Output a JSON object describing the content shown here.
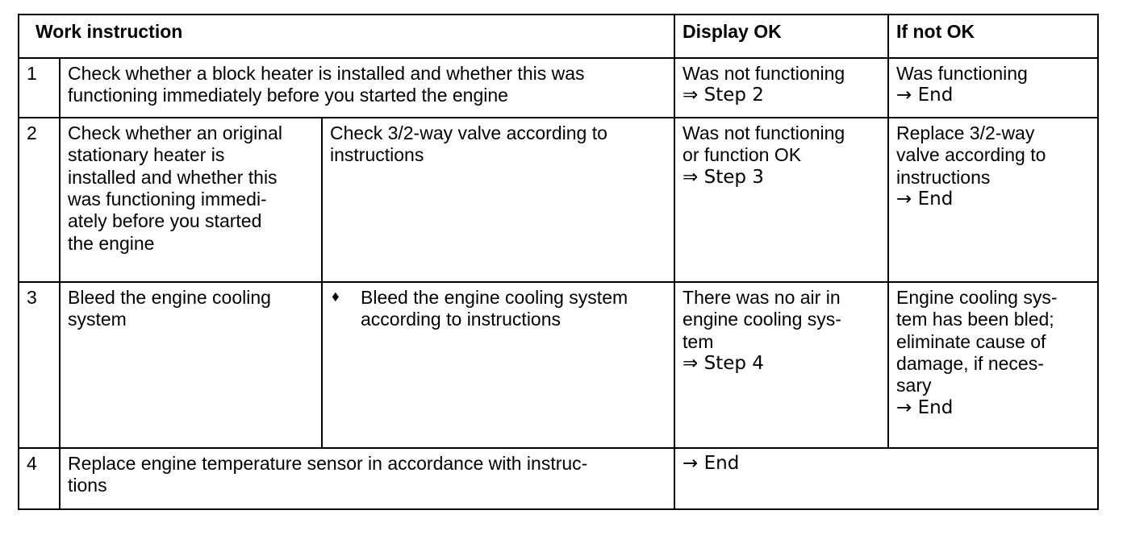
{
  "table": {
    "headers": {
      "num": "",
      "work_instruction": "Work instruction",
      "display_ok": "Display OK",
      "if_not_ok": "If not OK"
    },
    "symbols": {
      "bullet": "♦",
      "arrow_step": "⇒",
      "arrow_end": "→"
    },
    "rows": [
      {
        "num": "1",
        "task_a_line1": "Check whether a block heater is installed and whether this was",
        "task_a_line2": "functioning immediately before you started the engine",
        "display_ok_line1": "Was not functioning",
        "display_ok_line2": "⇒ Step 2",
        "if_not_ok_line1": "Was functioning",
        "if_not_ok_line2": "→ End"
      },
      {
        "num": "2",
        "task_a_line1": "Check whether an original",
        "task_a_line2": "stationary heater is",
        "task_a_line3": "installed and whether this",
        "task_a_line4": "was functioning immedi-",
        "task_a_line5": "ately before you started",
        "task_a_line6": "the engine",
        "task_b_line1": "Check 3/2-way valve according to",
        "task_b_line2": "instructions",
        "display_ok_line1": "Was not functioning",
        "display_ok_line2": "or function OK",
        "display_ok_line3": "⇒ Step 3",
        "if_not_ok_line1": "Replace 3/2-way",
        "if_not_ok_line2": "valve according to",
        "if_not_ok_line3": "instructions",
        "if_not_ok_line4": "→ End"
      },
      {
        "num": "3",
        "task_a_line1": "Bleed the engine cooling",
        "task_a_line2": "system",
        "task_b_bullet": "♦",
        "task_b_line1": "Bleed the engine cooling system",
        "task_b_line2": "according to instructions",
        "display_ok_line1": "There was no air in",
        "display_ok_line2": "engine cooling sys-",
        "display_ok_line3": "tem",
        "display_ok_line4": "⇒ Step 4",
        "if_not_ok_line1": "Engine cooling sys-",
        "if_not_ok_line2": "tem has been bled;",
        "if_not_ok_line3": "eliminate cause of",
        "if_not_ok_line4": "damage, if neces-",
        "if_not_ok_line5": "sary",
        "if_not_ok_line6": "→ End"
      },
      {
        "num": "4",
        "task_line1": "Replace engine temperature sensor in accordance with instruc-",
        "task_line2": "tions",
        "result_line1": "→ End"
      }
    ]
  },
  "colors": {
    "border": "#000000",
    "text": "#000000",
    "background": "#ffffff"
  }
}
